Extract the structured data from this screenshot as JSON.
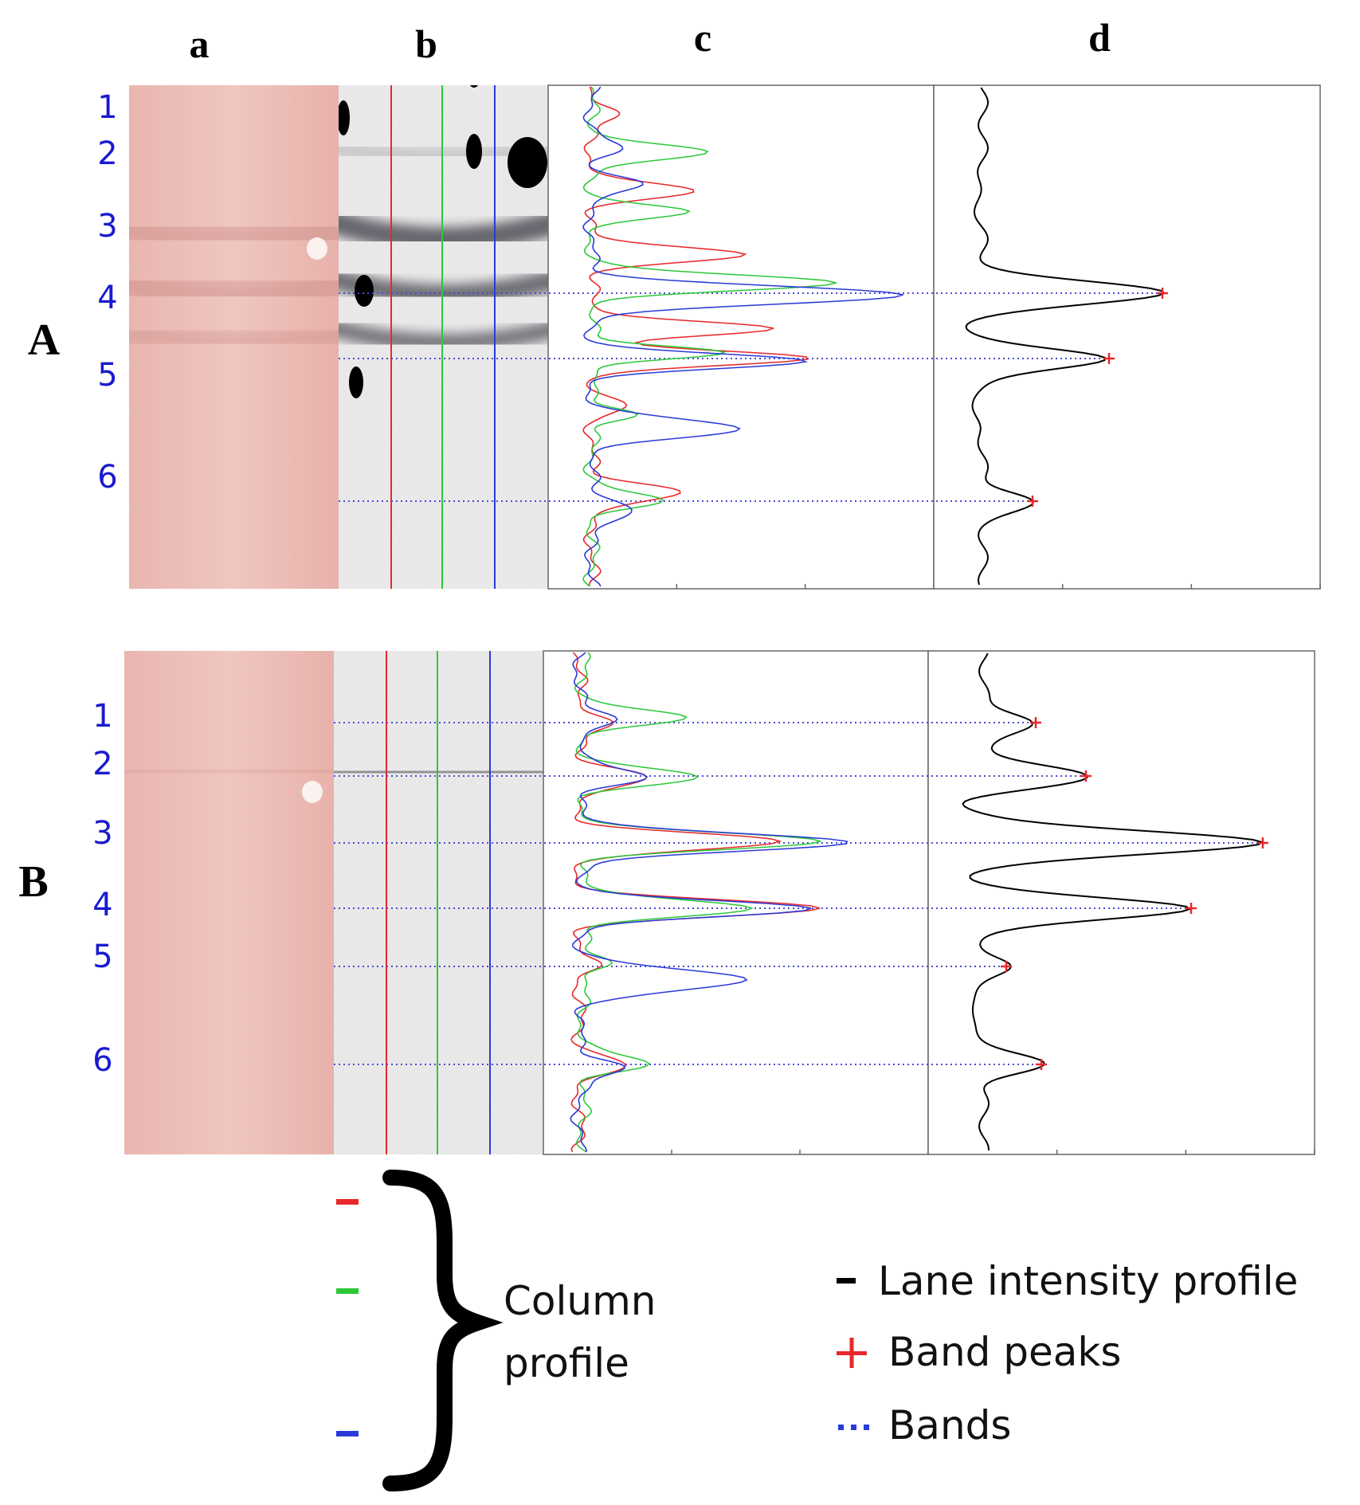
{
  "column_labels": [
    "a",
    "b",
    "c",
    "d"
  ],
  "row_labels": [
    "A",
    "B"
  ],
  "band_numbers": {
    "A": [
      "1",
      "2",
      "3",
      "4",
      "5",
      "6"
    ],
    "B": [
      "1",
      "2",
      "3",
      "4",
      "5",
      "6"
    ]
  },
  "column_profile_label": [
    "Column",
    "profile"
  ],
  "legend": {
    "lane_profile": "Lane intensity profile",
    "band_peaks": "Band peaks",
    "bands": "Bands"
  },
  "colors": {
    "red": "#e8282a",
    "green": "#2dc83a",
    "blue": "#2a3ad8",
    "black": "#000000",
    "band_label": "#1a1ad0",
    "band_dots": "#4a4adc",
    "gel": "#e4ada8"
  }
}
